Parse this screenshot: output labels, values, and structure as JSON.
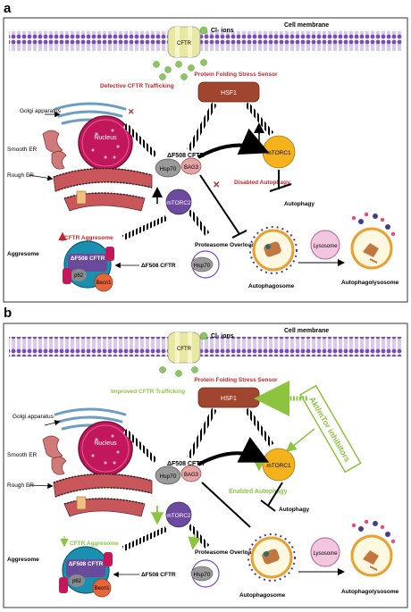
{
  "panel_a": {
    "letter": "a",
    "cell_membrane": "Cell membrane",
    "cl_ions": "Cl- ions",
    "cftr": "CFTR",
    "defective_trafficking": "Defective CFTR Trafficking",
    "folding_sensor": "Protein Folding Stress Sensor",
    "hsf1": "HSF1",
    "golgi": "Golgi apparatus",
    "nucleus": "Nucleus",
    "smooth_er": "Smooth ER",
    "rough_er": "Rough ER",
    "df508_cftr": "ΔF508 CFTR",
    "hsp70": "Hsp70",
    "bag3": "BAG3",
    "disabled_autophagy": "Disabled Autophagy",
    "mtorc1": "mTORC1",
    "mtorc2": "mTORC2",
    "autophagy": "Autophagy",
    "cftr_aggresome": "CFTR Aggresome",
    "aggresome": "Aggresome",
    "df508_cftr_agg": "ΔF508 CFTR",
    "p62": "p62",
    "becn1": "Becn1",
    "proteasome_overload": "Proteasome Overload",
    "df508_cftr_low": "ΔF508 CFTR",
    "hsp70_low": "Hsp70",
    "lysosome": "Lysosome",
    "autophagosome": "Autophagosome",
    "autophagolysosome": "Autophagolysosome"
  },
  "panel_b": {
    "letter": "b",
    "cell_membrane": "Cell membrane",
    "cl_ions": "Cl- ions",
    "cftr": "CFTR",
    "improved_trafficking": "Improved CFTR Trafficking",
    "folding_sensor": "Protein Folding Stress Sensor",
    "hsf1": "HSF1",
    "inhibitors": "Akt/mTor inhibitors",
    "golgi": "Golgi apparatus",
    "nucleus": "Nucleus",
    "smooth_er": "Smooth ER",
    "rough_er": "Rough ER",
    "df508_cftr": "ΔF508 CFTR",
    "hsp70": "Hsp70",
    "bag3": "BAG3",
    "enabled_autophagy": "Enabled Autophagy",
    "mtorc1": "mTORC1",
    "mtorc2": "mTORC2",
    "autophagy": "Autophagy",
    "cftr_aggresome": "CFTR Aggresome",
    "aggresome": "Aggresome",
    "df508_cftr_agg": "ΔF508 CFTR",
    "p62": "p62",
    "becn1": "Becn1",
    "proteasome_overload": "Proteasome Overload",
    "df508_cftr_low": "ΔF508 CFTR",
    "hsp70_low": "Hsp70",
    "lysosome": "Lysosome",
    "autophagosome": "Autophagosome",
    "autophagolysosome": "Autophagolysosome"
  },
  "colors": {
    "red_label": "#c0282d",
    "green_label": "#8cc43f",
    "membrane": "#6a3fa0",
    "hsf1": "#a0452e",
    "mtorc1": "#f4b21d",
    "mtorc2": "#6b4aa0",
    "nucleus": "#c2185b",
    "aggresome": "#1a8fb0"
  }
}
